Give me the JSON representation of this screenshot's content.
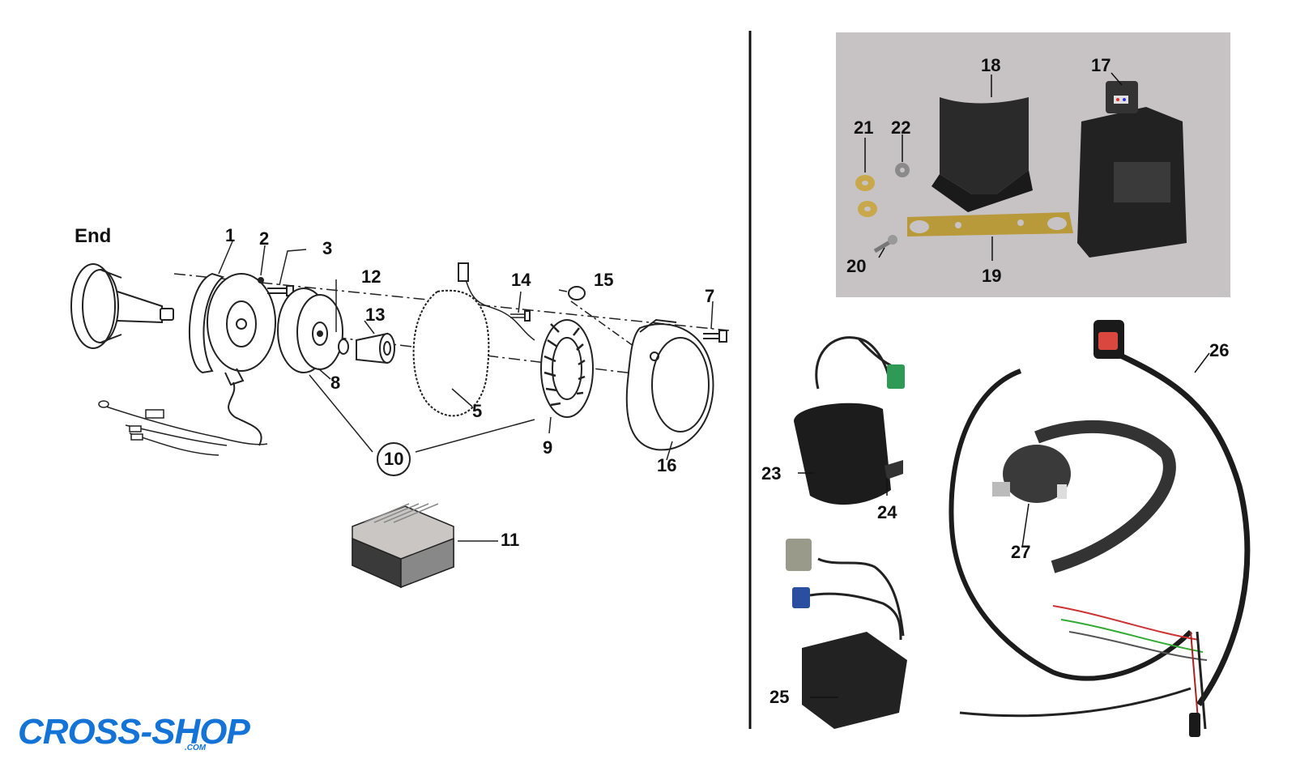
{
  "diagram": {
    "end_label": "End",
    "callouts": [
      "1",
      "2",
      "3",
      "5",
      "7",
      "8",
      "9",
      "10",
      "11",
      "12",
      "13",
      "14",
      "15",
      "16",
      "17",
      "18",
      "19",
      "20",
      "21",
      "22",
      "23",
      "24",
      "25",
      "26",
      "27"
    ]
  },
  "logo": {
    "text": "CROSS-SHOP",
    "suffix": ".COM",
    "color": "#1473d6"
  },
  "colors": {
    "photo_panel": "#c7c2c4",
    "ink": "#111111"
  }
}
